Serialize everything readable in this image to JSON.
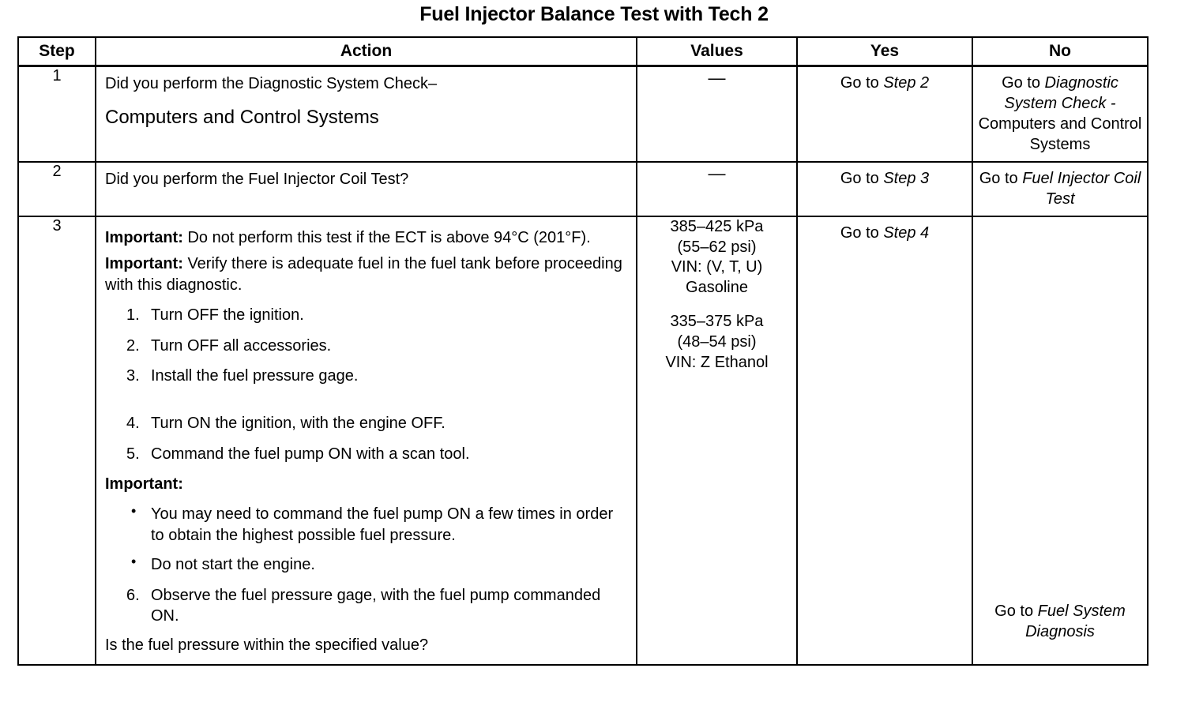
{
  "document": {
    "title": "Fuel Injector Balance Test with Tech 2"
  },
  "table": {
    "headers": {
      "step": "Step",
      "action": "Action",
      "values": "Values",
      "yes": "Yes",
      "no": "No"
    },
    "rows": [
      {
        "step": "1",
        "action": {
          "line1": "Did you perform the Diagnostic System Check–",
          "line2": "Computers and Control Systems"
        },
        "values": {
          "dash": "—"
        },
        "yes": {
          "prefix": "Go to ",
          "ref": "Step 2"
        },
        "no": {
          "prefix": "Go to ",
          "ref": "Diagnostic System Check -",
          "suffix": "Computers and Control Systems"
        }
      },
      {
        "step": "2",
        "action": {
          "line1": "Did you perform the Fuel Injector Coil Test?"
        },
        "values": {
          "dash": "—"
        },
        "yes": {
          "prefix": "Go to ",
          "ref": "Step 3"
        },
        "no": {
          "prefix": "Go to ",
          "ref": "Fuel Injector Coil Test"
        }
      },
      {
        "step": "3",
        "action": {
          "important_1_label": "Important:",
          "important_1_text": " Do not perform this test if the ECT is above 94°C (201°F).",
          "important_2_label": "Important:",
          "important_2_text": " Verify there is adequate fuel in the fuel tank before proceeding with this diagnostic.",
          "steps_a": [
            {
              "num": "1.",
              "text": "Turn OFF the ignition."
            },
            {
              "num": "2.",
              "text": "Turn OFF all accessories."
            },
            {
              "num": "3.",
              "text": "Install the fuel pressure gage."
            },
            {
              "num": "4.",
              "text": "Turn ON the ignition, with the engine OFF."
            },
            {
              "num": "5.",
              "text": "Command the fuel pump ON with a scan tool."
            }
          ],
          "important_3_label": "Important:",
          "bullets": [
            {
              "bullet": "•",
              "text": "You may need to command the fuel pump ON a few times in order to obtain the highest possible fuel pressure."
            },
            {
              "bullet": "•",
              "text": "Do not start the engine."
            }
          ],
          "step_6": {
            "num": "6.",
            "text": "Observe the fuel pressure gage, with the fuel pump commanded ON."
          },
          "closing_question": "Is the fuel pressure within the specified value?"
        },
        "values": {
          "group_1": [
            "385–425 kPa",
            "(55–62 psi)",
            "VIN: (V, T, U)",
            "Gasoline"
          ],
          "group_2": [
            "335–375 kPa",
            "(48–54 psi)",
            "VIN: Z Ethanol"
          ]
        },
        "yes": {
          "prefix": "Go to ",
          "ref": "Step 4"
        },
        "no": {
          "prefix": "Go to ",
          "ref": "Fuel System Diagnosis"
        }
      }
    ]
  }
}
